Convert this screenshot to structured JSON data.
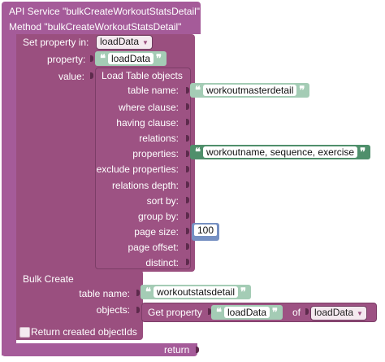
{
  "service_label": "API Service \"bulkCreateWorkoutStatsDetail\"",
  "method_label": "Method \"bulkCreateWorkoutStatsDetail\"",
  "set_property": {
    "label": "Set property in:",
    "target_var": "loadData",
    "property_label": "property:",
    "property_value": "loadData",
    "value_label": "value:"
  },
  "load_table": {
    "title": "Load Table objects",
    "fields": {
      "table_name": "table name:",
      "where_clause": "where clause:",
      "having_clause": "having clause:",
      "relations": "relations:",
      "properties": "properties:",
      "exclude_properties": "exclude properties:",
      "relations_depth": "relations depth:",
      "sort_by": "sort by:",
      "group_by": "group by:",
      "page_size": "page size:",
      "page_offset": "page offset:",
      "distinct": "distinct:"
    },
    "table_name_value": "workoutmasterdetail",
    "properties_value": "workoutname, sequence, exercise",
    "page_size_value": "100"
  },
  "bulk_create": {
    "title": "Bulk Create",
    "table_name_label": "table name:",
    "table_name_value": "workoutstatsdetail",
    "objects_label": "objects:",
    "get_property_label": "Get property",
    "get_property_name": "loadData",
    "of_label": "of",
    "of_var": "loadData",
    "return_ids_label": "Return created objectIds",
    "return_ids_checked": false
  },
  "return_label": "return",
  "quote_glyph": "❝",
  "quote_glyph_close": "❞",
  "colors": {
    "service": "#a55b99",
    "block": "#9a4f7f",
    "string_block": "#a4ccb5",
    "string_block_dark": "#4f8f6b",
    "number_block": "#7690c2"
  }
}
